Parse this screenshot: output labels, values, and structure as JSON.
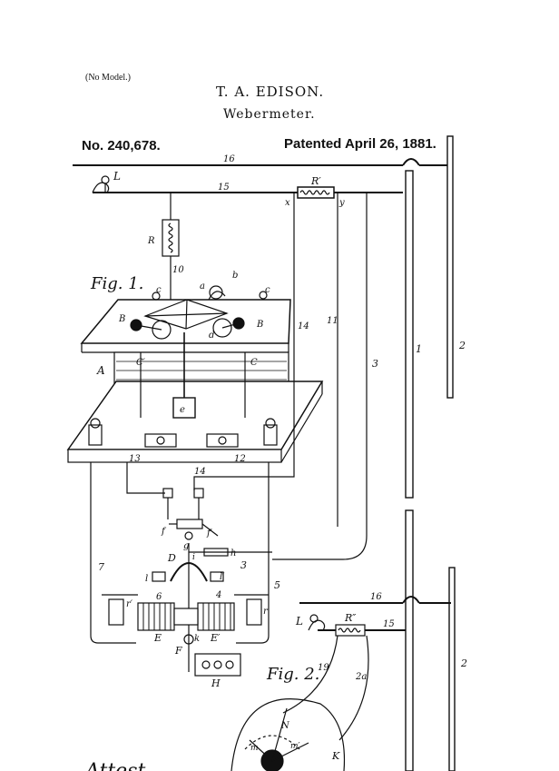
{
  "header": {
    "no_model": "(No Model.)",
    "inventor": "T. A. EDISON.",
    "title": "Webermeter.",
    "patent_number": "No. 240,678.",
    "patent_date": "Patented April 26, 1881."
  },
  "figures": {
    "fig1": "Fig. 1.",
    "fig2": "Fig. 2."
  },
  "labels": {
    "L": "L",
    "n16_top": "16",
    "n15_top": "15",
    "Rprime": "R′",
    "x": "x",
    "y": "y",
    "R": "R",
    "n10": "10",
    "a": "a",
    "b": "b",
    "c_left": "c",
    "c_right": "c",
    "B_left": "B",
    "B_right": "B",
    "d": "d",
    "A": "A",
    "Cprime": "C′",
    "C": "C",
    "e": "e",
    "n14": "14",
    "n11": "11",
    "n3": "3",
    "n1": "1",
    "n2_top": "2",
    "n13": "13",
    "n12": "12",
    "n14_low": "14",
    "f": "f",
    "fprime": "f′",
    "g": "g",
    "D": "D",
    "h": "h",
    "i": "i",
    "l_left": "l",
    "lprime": "l′",
    "n7": "7",
    "n3_low": "3",
    "n6": "6",
    "n4": "4",
    "rprime": "r′",
    "r": "r",
    "n5": "5",
    "E": "E",
    "Eprime": "E′",
    "k": "k",
    "F": "F",
    "H": "H",
    "L2": "L",
    "n16_fig2": "16",
    "Rdouble": "R″",
    "n15_fig2": "15",
    "n19": "19",
    "n2a": "2a",
    "n2_fig2": "2",
    "K": "K",
    "N": "N",
    "m": "m",
    "mprime": "m′",
    "signature": "Attest"
  }
}
